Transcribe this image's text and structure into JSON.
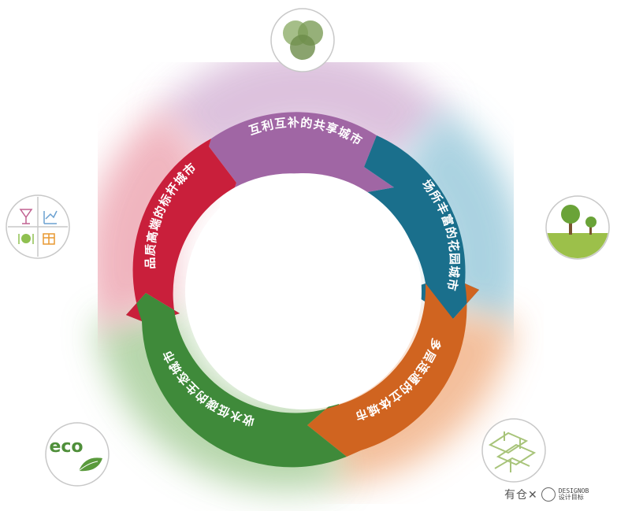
{
  "segments": [
    {
      "id": "top",
      "label": "互利互补的共享城市",
      "color": "#a066a4",
      "glow": "#d7b8d8"
    },
    {
      "id": "right",
      "label": "场所丰富的花园城市",
      "color": "#1a6f8c",
      "glow": "#9ccbdc"
    },
    {
      "id": "bottom-right",
      "label": "多层连通的立体城市",
      "color": "#d06420",
      "glow": "#f2b48a"
    },
    {
      "id": "bottom-left",
      "label": "收水低碳的生态城市",
      "color": "#3f8a3a",
      "glow": "#a9cf9c"
    },
    {
      "id": "left",
      "label": "品质高端的标杆城市",
      "color": "#c91f3b",
      "glow": "#eea8b4"
    }
  ],
  "icons": {
    "eco_text": "eco"
  },
  "watermark": {
    "text": "有仓✕",
    "brand_line1": "DESIGNOB",
    "brand_line2": "设计目标"
  }
}
